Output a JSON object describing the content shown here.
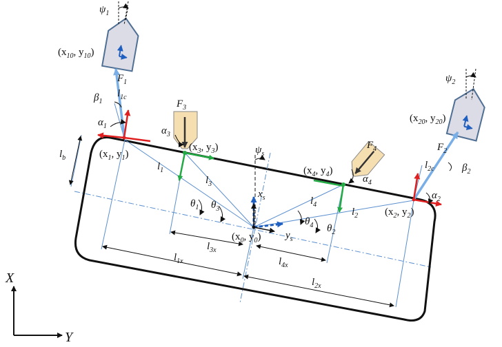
{
  "labels": {
    "psi1": "ψ",
    "psi1_sub": "1",
    "psi2": "ψ",
    "psi2_sub": "2",
    "psis": "ψ",
    "psis_sub": "s",
    "p10": "(x",
    "p10_a": "10",
    "p10_b": ", y",
    "p10_c": "10",
    "p10_d": ")",
    "p20": "(x",
    "p20_a": "20",
    "p20_b": ", y",
    "p20_c": "20",
    "p20_d": ")",
    "F1": "F",
    "F1_sub": "1",
    "F2": "F",
    "F2_sub": "2",
    "F3": "F",
    "F3_sub": "3",
    "F4": "F",
    "F4_sub": "4",
    "beta1": "β",
    "beta1_sub": "1",
    "beta2": "β",
    "beta2_sub": "2",
    "l1c": "l",
    "l1c_sub": "1c",
    "l2c": "l",
    "l2c_sub": "2c",
    "alpha1": "α",
    "alpha1_sub": "1",
    "alpha2": "α",
    "alpha2_sub": "2",
    "alpha3": "α",
    "alpha3_sub": "3",
    "alpha4": "α",
    "alpha4_sub": "4",
    "p1": "(x",
    "p1_a": "1",
    "p1_b": ", y",
    "p1_c": "1",
    "p1_d": ")",
    "p2": "(x",
    "p2_a": "2",
    "p2_b": ", y",
    "p2_c": "2",
    "p2_d": ")",
    "p3": "(x",
    "p3_a": "3",
    "p3_b": ", y",
    "p3_c": "3",
    "p3_d": ")",
    "p4": "(x",
    "p4_a": "4",
    "p4_b": ", y",
    "p4_c": "4",
    "p4_d": ")",
    "p0": "(x",
    "p0_a": "0",
    "p0_b": ", y",
    "p0_c": "0",
    "p0_d": ")",
    "lb": "l",
    "lb_sub": "b",
    "l1": "l",
    "l1_sub": "1",
    "l2": "l",
    "l2_sub": "2",
    "l3": "l",
    "l3_sub": "3",
    "l4": "l",
    "l4_sub": "4",
    "theta1": "θ",
    "theta1_sub": "1",
    "theta2": "θ",
    "theta2_sub": "2",
    "theta3": "θ",
    "theta3_sub": "3",
    "theta4": "θ",
    "theta4_sub": "4",
    "xs": "x",
    "xs_sub": "s",
    "ys": "y",
    "ys_sub": "s",
    "l1x": "l",
    "l1x_sub": "1x",
    "l2x": "l",
    "l2x_sub": "2x",
    "l3x": "l",
    "l3x_sub": "3x",
    "l4x": "l",
    "l4x_sub": "4x",
    "X": "X",
    "Y": "Y"
  },
  "colors": {
    "body_outline": "#111111",
    "dimension": "#5b8fcf",
    "tug": "#4f6f95",
    "tug_fill": "#dcdce6",
    "thruster_fill": "#f5deb0",
    "frame_red": "#e02020",
    "blue_arrow": "#1f5fbf",
    "cable_blue": "#7aaee6",
    "green": "#22aa44"
  }
}
